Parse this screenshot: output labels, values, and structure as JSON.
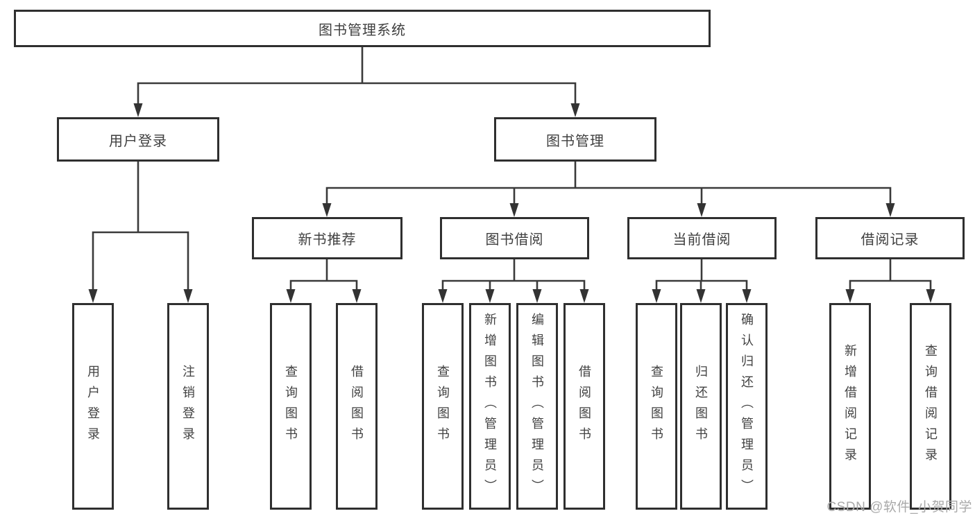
{
  "diagram": {
    "root": {
      "label": "图书管理系统"
    },
    "level2": [
      {
        "label": "用户登录"
      },
      {
        "label": "图书管理"
      }
    ],
    "level3": [
      {
        "label": "新书推荐"
      },
      {
        "label": "图书借阅"
      },
      {
        "label": "当前借阅"
      },
      {
        "label": "借阅记录"
      }
    ],
    "leaves": {
      "user_login": [
        {
          "label": "用户登录"
        },
        {
          "label": "注销登录"
        }
      ],
      "new_book_recommendation": [
        {
          "label": "查询图书"
        },
        {
          "label": "借阅图书"
        }
      ],
      "book_borrowing": [
        {
          "label": "查询图书"
        },
        {
          "label": "新增图书（管理员）"
        },
        {
          "label": "编辑图书（管理员）"
        },
        {
          "label": "借阅图书"
        }
      ],
      "current_borrowing": [
        {
          "label": "查询图书"
        },
        {
          "label": "归还图书"
        },
        {
          "label": "确认归还（管理员）"
        }
      ],
      "borrowing_records": [
        {
          "label": "新增借阅记录"
        },
        {
          "label": "查询借阅记录"
        }
      ]
    }
  },
  "watermark": {
    "text": "CSDN @软件_小贺同学"
  },
  "colors": {
    "line": "#3a3a3a",
    "arrow": "#333333",
    "box_border": "#2f2f2f",
    "text": "#424242",
    "watermark": "#a9a9a9",
    "background": "#ffffff"
  }
}
